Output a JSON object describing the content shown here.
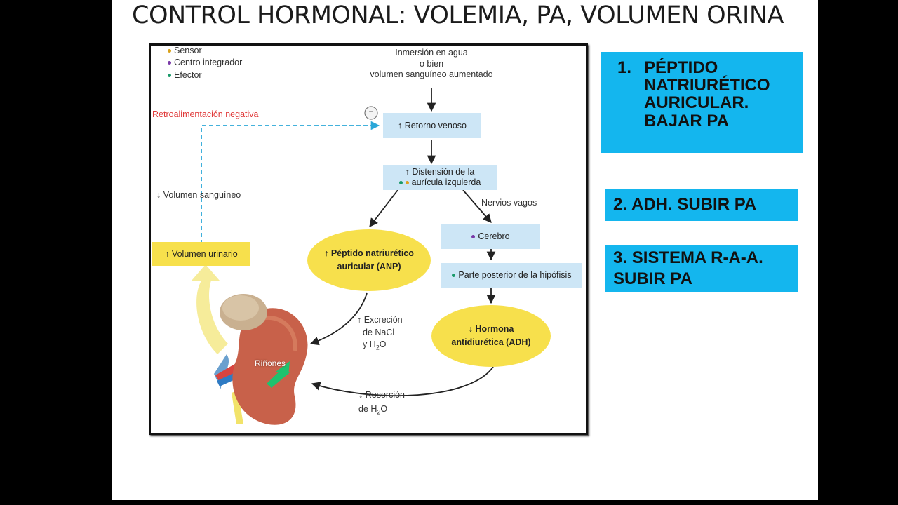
{
  "slide": {
    "title": "CONTROL HORMONAL: VOLEMIA, PA, VOLUMEN ORINA"
  },
  "diagram": {
    "legend": [
      {
        "label": "Sensor",
        "color": "#d9a21b"
      },
      {
        "label": "Centro integrador",
        "color": "#7a3aa8"
      },
      {
        "label": "Efector",
        "color": "#1a9a6a"
      }
    ],
    "stimulus": {
      "line1": "Inmersión en agua",
      "line2": "o bien",
      "line3": "volumen sanguíneo aumentado"
    },
    "feedback_label": "Retroalimentación negativa",
    "minus_symbol": "−",
    "retorno_venoso": "↑ Retorno venoso",
    "distension": {
      "line1": "↑ Distensión de la",
      "line2": "aurícula izquierda"
    },
    "nervios_vagos": "Nervios vagos",
    "cerebro": "Cerebro",
    "hipofisis": "Parte posterior de la hipófisis",
    "anp": {
      "line1": "↑ Péptido natriurético",
      "line2": "auricular (ANP)"
    },
    "adh": {
      "line1": "↓ Hormona",
      "line2": "antidiurética (ADH)"
    },
    "volumen_sanguineo": "↓ Volumen sanguíneo",
    "volumen_urinario": "↑ Volumen urinario",
    "excrecion": {
      "line1": "↑ Excreción",
      "line2": "de NaCl",
      "line3_prefix": "y H",
      "line3_sub": "2",
      "line3_suffix": "O"
    },
    "resorcion": {
      "line1": "↓ Resorción",
      "line2_prefix": "de H",
      "line2_sub": "2",
      "line2_suffix": "O"
    },
    "rinon": "Riñones"
  },
  "cards": [
    {
      "number": "1.",
      "text": "PÉPTIDO NATRIURÉTICO AURICULAR. BAJAR PA"
    },
    {
      "number": "2.",
      "text": "ADH. SUBIR PA"
    },
    {
      "number": "3.",
      "text": "SISTEMA R-A-A. SUBIR PA"
    }
  ],
  "colors": {
    "blue_box": "#cde6f6",
    "yellow": "#f7e04c",
    "feedback_line": "#2aa7d8",
    "card_blue": "#14b6ee",
    "feedback_text": "#e03a3a"
  }
}
